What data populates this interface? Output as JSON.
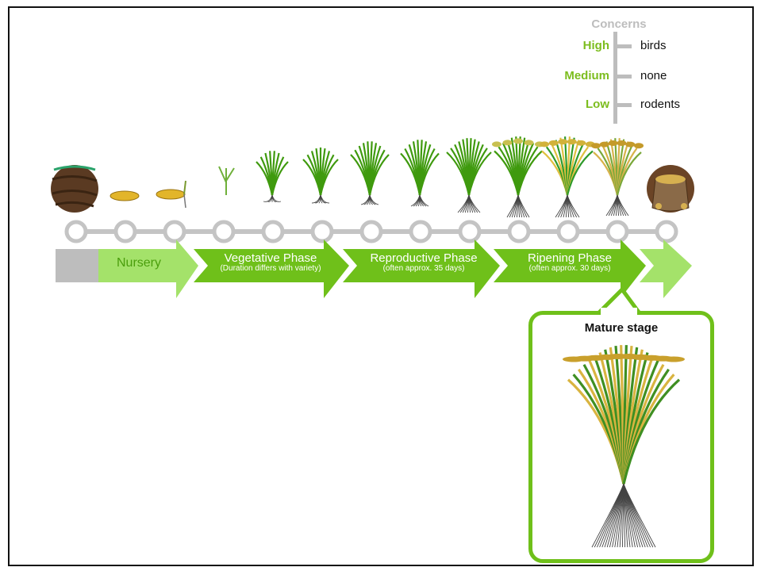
{
  "concerns": {
    "title": "Concerns",
    "levels": [
      {
        "level": "High",
        "concern": "birds"
      },
      {
        "level": "Medium",
        "concern": "none"
      },
      {
        "level": "Low",
        "concern": "rodents"
      }
    ]
  },
  "phases": {
    "nursery": {
      "title": "Nursery"
    },
    "vegetative": {
      "title": "Vegetative Phase",
      "subtitle": "(Duration differs with variety)"
    },
    "reproductive": {
      "title": "Reproductive Phase",
      "subtitle": "(often approx. 35 days)"
    },
    "ripening": {
      "title": "Ripening Phase",
      "subtitle": "(often approx. 30 days)"
    }
  },
  "timeline": {
    "node_count": 13
  },
  "callout": {
    "title": "Mature stage"
  },
  "colors": {
    "light_green": "#a4e26a",
    "green": "#6fc01a",
    "dark_green": "#3f9a0e",
    "grain": "#d4a62a",
    "gray": "#bdbdbd"
  }
}
